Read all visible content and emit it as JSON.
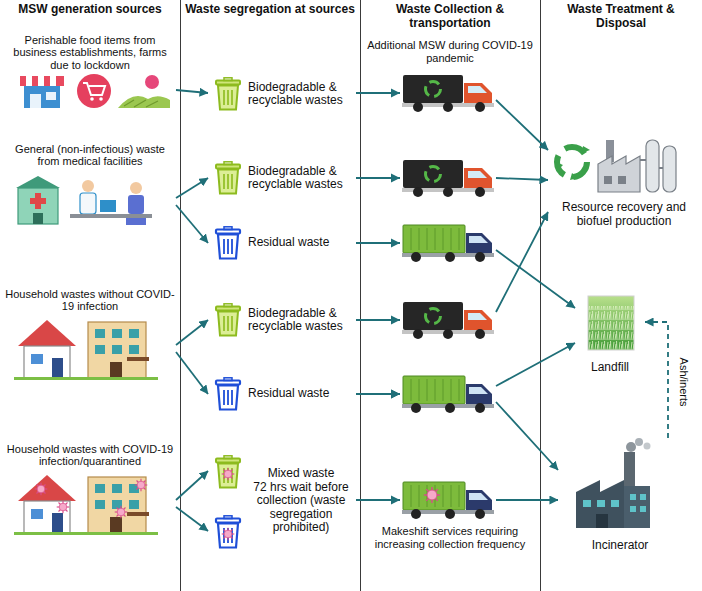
{
  "diagram": {
    "nodes": [
      {
        "text": [
          "Perishable food items from business establishments, farms due to lockdown"
        ]
      },
      {
        "text": [
          "General (non-infectious) waste from medical facilities"
        ]
      },
      {
        "text": [
          "Household wastes without COVID-19 infection"
        ]
      },
      {
        "text": [
          "Household wastes with COVID-19 infection/quarantined"
        ]
      },
      {
        "text": [
          "Biodegradable & recyclable wastes"
        ]
      },
      {
        "text": [
          "Biodegradable & recyclable wastes"
        ]
      },
      {
        "text": [
          "Residual waste"
        ]
      },
      {
        "text": [
          "Biodegradable & recyclable wastes"
        ]
      },
      {
        "text": [
          "Residual waste"
        ]
      },
      {
        "text": [
          "Mixed waste",
          "72 hrs wait before collection (waste segregation prohibited)"
        ]
      },
      {
        "text": [
          "Resource recovery and biofuel production"
        ]
      },
      {
        "text": [
          "Landfill"
        ]
      },
      {
        "text": [
          "Incinerator"
        ]
      }
    ],
    "edges": [
      {
        "from": 0,
        "to": 4,
        "arrow": "to"
      },
      {
        "from": 1,
        "to": 5,
        "arrow": "to"
      },
      {
        "from": 1,
        "to": 6,
        "arrow": "to"
      },
      {
        "from": 2,
        "to": 7,
        "arrow": "to"
      },
      {
        "from": 2,
        "to": 8,
        "arrow": "to"
      },
      {
        "from": 3,
        "to": 9,
        "arrow": "to"
      },
      {
        "from": 3,
        "to": 9,
        "arrow": "to"
      },
      {
        "from": 4,
        "to": 10,
        "arrow": "to"
      },
      {
        "from": 5,
        "to": 10,
        "arrow": "to"
      },
      {
        "from": 6,
        "to": 11,
        "arrow": "to"
      },
      {
        "from": 7,
        "to": 10,
        "arrow": "to"
      },
      {
        "from": 8,
        "to": 11,
        "arrow": "to"
      },
      {
        "from": 8,
        "to": 12,
        "arrow": "to"
      },
      {
        "from": 9,
        "to": 12,
        "arrow": "to"
      },
      {
        "from": 12,
        "to": 11,
        "label": "Ash/inerts",
        "arrow": "to"
      }
    ],
    "labels": [
      "MSW generation sources",
      "Waste segregation at sources",
      "Waste Collection & transportation",
      "Waste Treatment & Disposal",
      "Additional MSW during COVID-19 pandemic",
      "Makeshift services requiring increasing collection frequency"
    ]
  }
}
